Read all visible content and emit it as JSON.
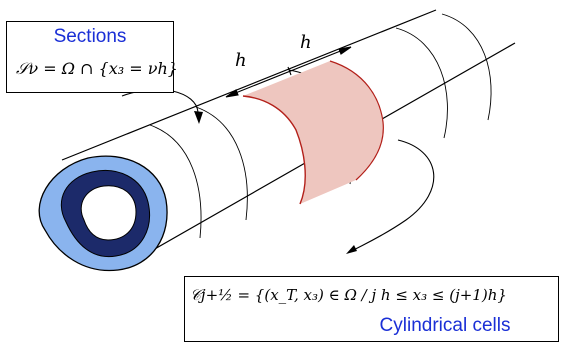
{
  "sections_box": {
    "title": "Sections",
    "formula": "𝒮ν = Ω ∩ {x₃ = νh}"
  },
  "cells_box": {
    "formula": "𝒞j+½ = {(x_T, x₃) ∈ Ω / j h ≤ x₃ ≤ (j+1)h}",
    "title": "Cylindrical cells"
  },
  "spacing_labels": [
    "h",
    "h"
  ],
  "colors": {
    "title_blue": "#1a2fd6",
    "cell_fill": "#eec6bf",
    "cell_edge": "#b3201a",
    "outer_ring": "#8ab4ee",
    "inner_ring": "#1c2a6a"
  }
}
